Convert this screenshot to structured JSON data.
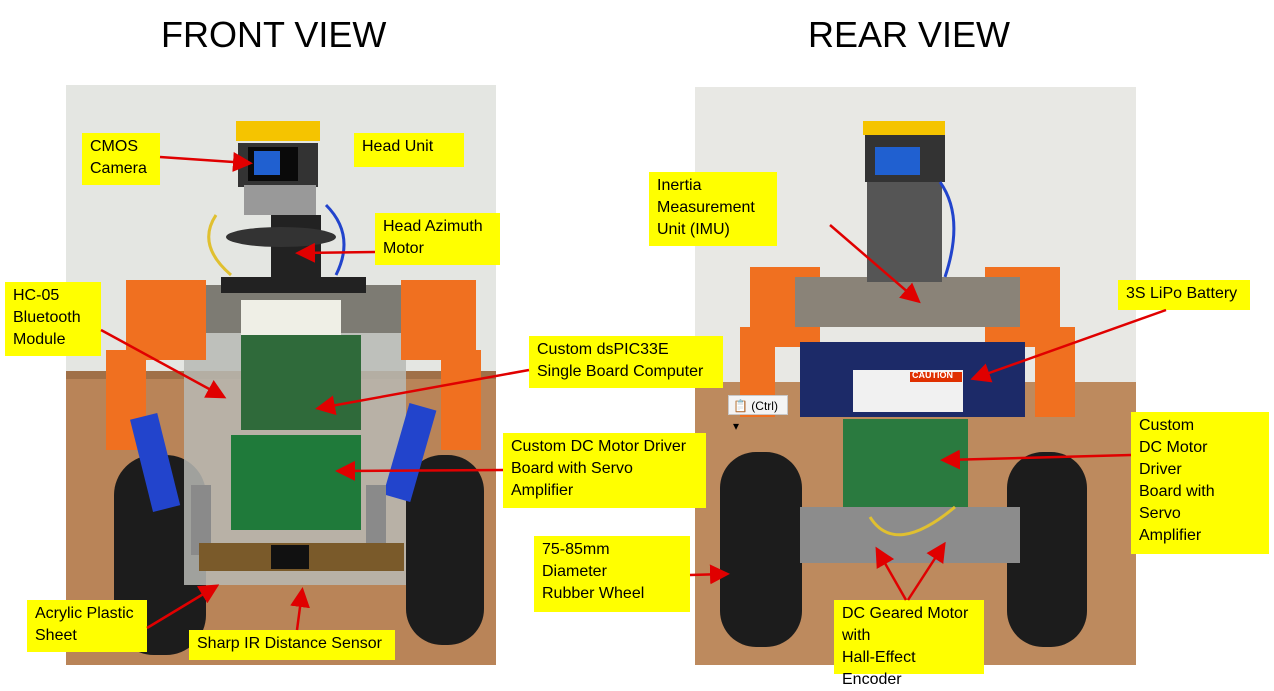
{
  "headings": {
    "front": "FRONT VIEW",
    "rear": "REAR VIEW"
  },
  "front_labels": {
    "cmos_camera": "CMOS\nCamera",
    "head_unit": "Head Unit",
    "head_azimuth_motor": "Head Azimuth\nMotor",
    "hc05": "HC-05\nBluetooth\nModule",
    "dspic": "Custom dsPIC33E\nSingle Board Computer",
    "motor_driver": "Custom DC Motor Driver\nBoard with Servo\nAmplifier",
    "acrylic": "Acrylic Plastic\nSheet",
    "ir_sensor": "Sharp IR Distance Sensor"
  },
  "rear_labels": {
    "imu": "Inertia\nMeasurement\nUnit (IMU)",
    "battery": "3S LiPo Battery",
    "motor_driver": "Custom\nDC Motor\nDriver\nBoard with\nServo\nAmplifier",
    "wheel": "75-85mm\nDiameter\nRubber Wheel",
    "geared_motor": "DC Geared Motor\nwith\nHall-Effect Encoder"
  },
  "battery_caution": "CAUTION",
  "ctrl_popup": "(Ctrl)",
  "colors": {
    "label_bg": "#ffff00",
    "arrow": "#e00000",
    "chassis_orange": "#f07020",
    "servo_blue": "#2244cc"
  }
}
